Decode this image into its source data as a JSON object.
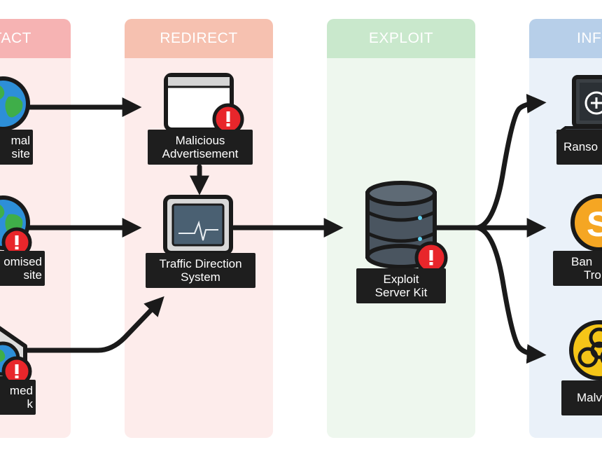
{
  "columns": [
    {
      "title": "TACT",
      "head_color": "#f6b3b3",
      "body_color": "#fdeceb"
    },
    {
      "title": "REDIRECT",
      "head_color": "#f6c1b0",
      "body_color": "#fdeceb"
    },
    {
      "title": "EXPLOIT",
      "head_color": "#c9e8cc",
      "body_color": "#eef7ee"
    },
    {
      "title": "INF",
      "head_color": "#b7cfe9",
      "body_color": "#eaf1f9"
    }
  ],
  "nodes": {
    "normal_website": {
      "line1": "mal",
      "line2": "site"
    },
    "compromised_website": {
      "line1": "omised",
      "line2": "site"
    },
    "compromised_link": {
      "line1": "med",
      "line2": "k"
    },
    "malicious_ad": {
      "line1": "Malicious",
      "line2": "Advertisement"
    },
    "tds": {
      "line1": "Traffic Direction",
      "line2": "System"
    },
    "exploit_kit": {
      "line1": "Exploit",
      "line2": "Server Kit"
    },
    "ransomware": {
      "line1": "Ranso",
      "line2": ""
    },
    "banking_trojan": {
      "line1": "Ban",
      "line2": "Tro"
    },
    "malware": {
      "line1": "Malv",
      "line2": ""
    }
  },
  "colors": {
    "arrow": "#1a1a1a",
    "alert": "#e8262b",
    "globe_water": "#2d8fd8",
    "globe_land": "#3fae49",
    "coin": "#f5a623",
    "label_bg": "#1e1e1e"
  },
  "icons": {
    "normal_website": "globe-icon",
    "compromised_website": "globe-alert-icon",
    "compromised_link": "email-globe-alert-icon",
    "malicious_ad": "browser-window-alert-icon",
    "tds": "monitor-pulse-icon",
    "exploit_kit": "database-server-alert-icon",
    "ransomware": "laptop-lock-icon",
    "banking_trojan": "dollar-coin-icon",
    "malware": "biohazard-icon"
  }
}
